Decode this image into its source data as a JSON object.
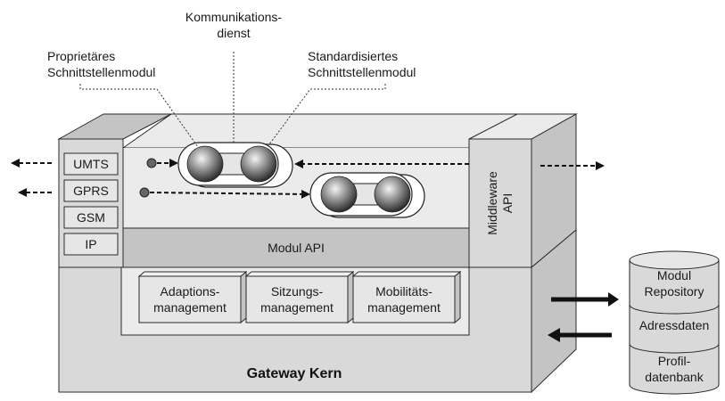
{
  "callouts": {
    "proprietary": [
      "Proprietäres",
      "Schnittstellenmodul"
    ],
    "communication": [
      "Kommunikations-",
      "dienst"
    ],
    "standardized": [
      "Standardisiertes",
      "Schnittstellenmodul"
    ]
  },
  "protocols": [
    "UMTS",
    "GPRS",
    "GSM",
    "IP"
  ],
  "module_api": "Modul API",
  "middleware_api": [
    "Middleware",
    "API"
  ],
  "managers": [
    [
      "Adaptions-",
      "management"
    ],
    [
      "Sitzungs-",
      "management"
    ],
    [
      "Mobilitäts-",
      "management"
    ]
  ],
  "gateway_core": "Gateway Kern",
  "database": {
    "segments": [
      [
        "Modul",
        "Repository"
      ],
      [
        "Adressdaten"
      ],
      [
        "Profil-",
        "datenbank"
      ]
    ]
  },
  "colors": {
    "light_gray": "#d9d9d9",
    "mid_gray": "#c4c4c4",
    "pale_gray": "#ebebeb",
    "box_fill": "#e6e6e6",
    "outline": "#2a2a2a"
  }
}
